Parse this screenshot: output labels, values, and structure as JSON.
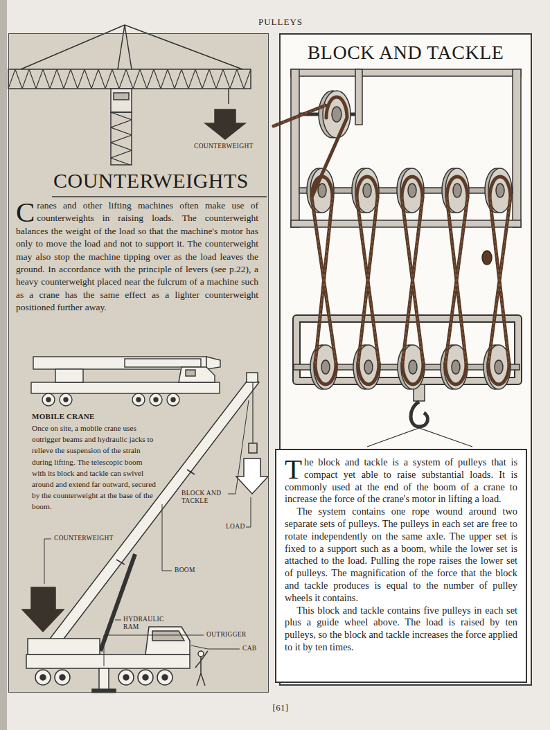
{
  "diagram": {
    "title": "PULLEYS",
    "nodes": [
      {
        "text": [
          "COUNTERWEIGHTS",
          "Cranes and other lifting machines often make use of counterweights in raising loads. The counterweight balances the weight of the load so that the machine's motor has only to move the load and not to support it. The counterweight may also stop the machine tipping over as the load leaves the ground. In accordance with the principle of levers (see p.22), a heavy counterweight placed near the fulcrum of a machine such as a crane has the same effect as a lighter counterweight positioned further away.",
          "MOBILE CRANE",
          "Once on site, a mobile crane uses outrigger beams and hydraulic jacks to relieve the suspension of the strain during lifting. The telescopic boom with its block and tackle can swivel around and extend far outward, secured by the counterweight at the base of the boom."
        ]
      },
      {
        "text": [
          "BLOCK AND TACKLE"
        ]
      },
      {
        "text": [
          "The block and tackle is a system of pulleys that is compact yet able to raise substantial loads. It is commonly used at the end of the boom of a crane to increase the force of the crane's motor in lifting a load.",
          "The system contains one rope wound around two separate sets of pulleys. The pulleys in each set are free to rotate independently on the same axle. The upper set is fixed to a support such as a boom, while the lower set is attached to the load. Pulling the rope raises the lower set of pulleys. The magnification of the force that the block and tackle produces is equal to the number of pulley wheels it contains.",
          "This block and tackle contains five pulleys in each set plus a guide wheel above. The load is raised by ten pulleys, so the block and tackle increases the force applied to it by ten times."
        ],
        "in": 1
      }
    ],
    "labels": [
      "COUNTERWEIGHT",
      "BLOCK AND TACKLE",
      "LOAD",
      "COUNTERWEIGHT",
      "BOOM",
      "HYDRAULIC RAM",
      "OUTRIGGER",
      "CAB",
      "[61]"
    ]
  }
}
